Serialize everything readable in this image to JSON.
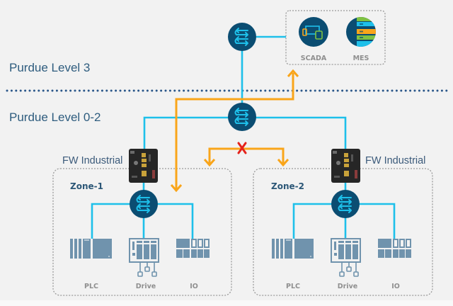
{
  "levels": {
    "upper": {
      "label": "Purdue Level 3"
    },
    "lower": {
      "label": "Purdue Level 0-2"
    }
  },
  "level3_servers": [
    {
      "label": "SCADA",
      "icon": "scada-icon"
    },
    {
      "label": "MES",
      "icon": "mes-icon"
    }
  ],
  "zones": [
    {
      "label": "Zone-1",
      "firewall_label": "FW Industrial",
      "devices": [
        {
          "label": "PLC",
          "icon": "plc-icon"
        },
        {
          "label": "Drive",
          "icon": "drive-icon"
        },
        {
          "label": "IO",
          "icon": "io-icon"
        }
      ]
    },
    {
      "label": "Zone-2",
      "firewall_label": "FW Industrial",
      "devices": [
        {
          "label": "PLC",
          "icon": "plc-icon"
        },
        {
          "label": "Drive",
          "icon": "drive-icon"
        },
        {
          "label": "IO",
          "icon": "io-icon"
        }
      ]
    }
  ],
  "flows": {
    "allowed": "Zone-1 to Purdue Level 3 (SCADA/MES)",
    "blocked": "Zone-1 to Zone-2"
  },
  "icons": {
    "network_node": "router-icon",
    "firewall": "firewall-icon",
    "blocked_marker": "red-x-icon"
  },
  "colors": {
    "background": "#f2f2f2",
    "network_link": "#1ec0ea",
    "traffic_flow": "#f9a51a",
    "blocked": "#e5231b",
    "router": "#0b4d72",
    "level_divider": "#2a5689",
    "device": "#7093ad"
  }
}
